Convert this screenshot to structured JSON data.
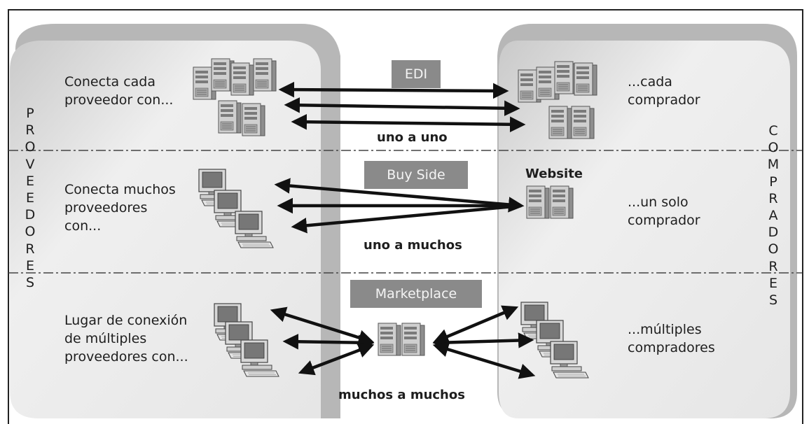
{
  "vertical_labels": {
    "proveedores": [
      "P",
      "R",
      "O",
      "V",
      "E",
      "E",
      "D",
      "O",
      "R",
      "E",
      "S"
    ],
    "compradores": [
      "C",
      "O",
      "M",
      "P",
      "R",
      "A",
      "D",
      "O",
      "R",
      "E",
      "S"
    ]
  },
  "rows": [
    {
      "tag": "EDI",
      "left_text": "Conecta cada\nproveedor con...",
      "right_text": "...cada\ncomprador",
      "relation": "uno a uno"
    },
    {
      "tag": "Buy Side",
      "left_text": "Conecta muchos\nproveedores\ncon...",
      "right_text": "...un solo\ncomprador",
      "relation": "uno a muchos",
      "server_label": "Website"
    },
    {
      "tag": "Marketplace",
      "left_text": "Lugar de conexión\nde múltiples\nproveedores con...",
      "right_text": "...múltiples\ncompradores",
      "relation": "muchos a muchos"
    }
  ],
  "icons": {
    "server": "server-tower-icon",
    "computer": "desktop-computer-icon"
  },
  "colors": {
    "panel_light": "#f2f2f2",
    "panel_dark": "#a9a9a9",
    "tag_fill": "#8a8a8a",
    "tag_text": "#f4f4f4",
    "arrow": "#111111"
  }
}
